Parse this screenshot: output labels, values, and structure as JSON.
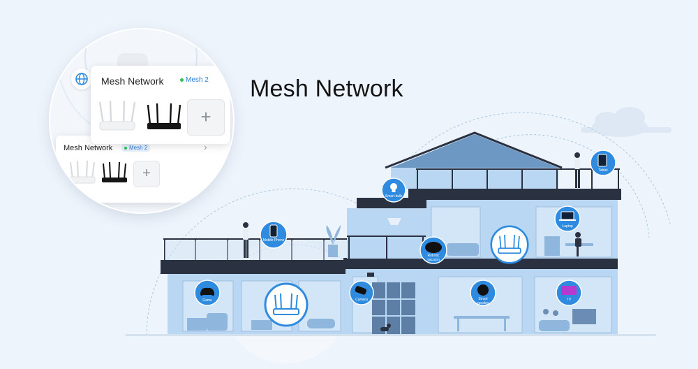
{
  "title": "Mesh Network",
  "magnifier": {
    "front_card": {
      "title": "Mesh Network",
      "badge": "Mesh 2",
      "add": "+"
    },
    "back_card": {
      "title": "Mesh Network",
      "badge": "Mesh 2",
      "chevron": "›",
      "add": "+"
    }
  },
  "devices": {
    "smart_bulb": "Smart bulb",
    "tablet": "Tablet",
    "mobile_phone": "Mobile Phone",
    "laptop": "Laptop",
    "robotic_vacuum": "Robotic vacuum",
    "game": "Game",
    "camera": "Camera",
    "smart_speaker": "Smart speaker",
    "tv": "TV"
  },
  "colors": {
    "background": "#eef4fb",
    "house_wall": "#b9d6f2",
    "house_dark": "#2a3140",
    "roof": "#6e98c4",
    "accent_blue": "#2e8be0",
    "status_green": "#2fc15b"
  },
  "icons": [
    "globe-icon",
    "router-icon",
    "plus-icon",
    "chevron-right-icon",
    "bulb-icon",
    "tablet-icon",
    "phone-icon",
    "laptop-icon",
    "vacuum-icon",
    "gamepad-icon",
    "camera-icon",
    "speaker-icon",
    "tv-icon"
  ]
}
